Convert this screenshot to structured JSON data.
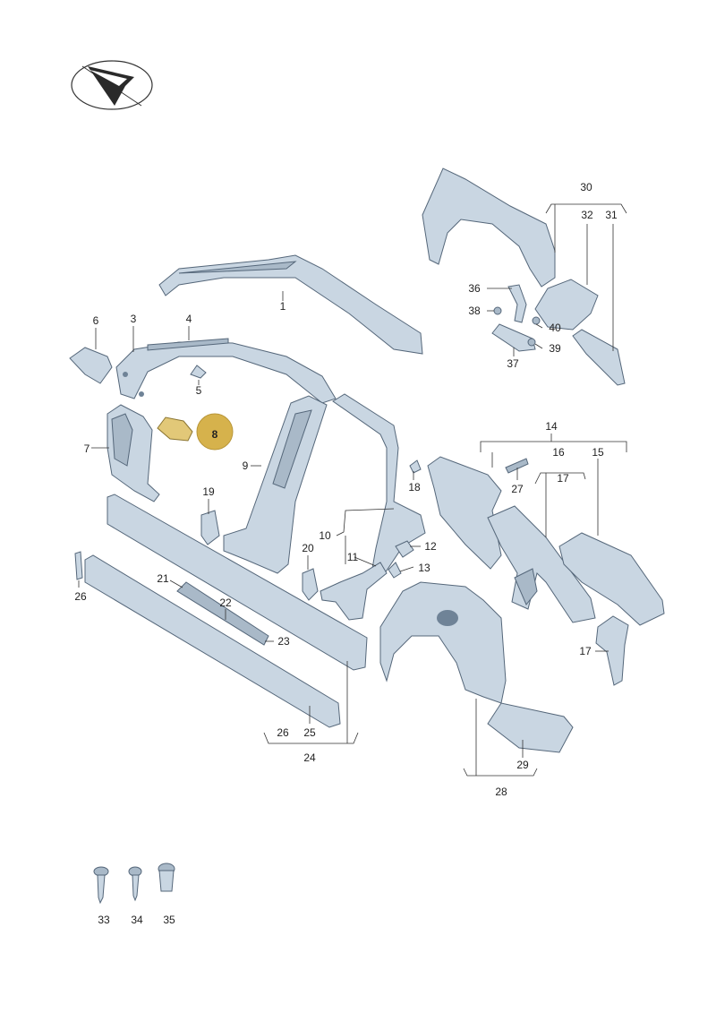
{
  "highlight": {
    "label": "8",
    "color": "#d6b24c"
  },
  "colors": {
    "part_fill": "#c9d6e2",
    "part_stroke": "#55677a"
  },
  "labels": [
    {
      "id": "1",
      "text": "1"
    },
    {
      "id": "3",
      "text": "3"
    },
    {
      "id": "4",
      "text": "4"
    },
    {
      "id": "5",
      "text": "5"
    },
    {
      "id": "6",
      "text": "6"
    },
    {
      "id": "7",
      "text": "7"
    },
    {
      "id": "9",
      "text": "9"
    },
    {
      "id": "10",
      "text": "10"
    },
    {
      "id": "11",
      "text": "11"
    },
    {
      "id": "12",
      "text": "12"
    },
    {
      "id": "13",
      "text": "13"
    },
    {
      "id": "14",
      "text": "14"
    },
    {
      "id": "15",
      "text": "15"
    },
    {
      "id": "16",
      "text": "16"
    },
    {
      "id": "17a",
      "text": "17"
    },
    {
      "id": "17b",
      "text": "17"
    },
    {
      "id": "18",
      "text": "18"
    },
    {
      "id": "19",
      "text": "19"
    },
    {
      "id": "20",
      "text": "20"
    },
    {
      "id": "21",
      "text": "21"
    },
    {
      "id": "22",
      "text": "22"
    },
    {
      "id": "23",
      "text": "23"
    },
    {
      "id": "24",
      "text": "24"
    },
    {
      "id": "25",
      "text": "25"
    },
    {
      "id": "26a",
      "text": "26"
    },
    {
      "id": "26b",
      "text": "26"
    },
    {
      "id": "27",
      "text": "27"
    },
    {
      "id": "28",
      "text": "28"
    },
    {
      "id": "29",
      "text": "29"
    },
    {
      "id": "30",
      "text": "30"
    },
    {
      "id": "31",
      "text": "31"
    },
    {
      "id": "32",
      "text": "32"
    },
    {
      "id": "33",
      "text": "33"
    },
    {
      "id": "34",
      "text": "34"
    },
    {
      "id": "35",
      "text": "35"
    },
    {
      "id": "36",
      "text": "36"
    },
    {
      "id": "37",
      "text": "37"
    },
    {
      "id": "38",
      "text": "38"
    },
    {
      "id": "39",
      "text": "39"
    },
    {
      "id": "40",
      "text": "40"
    }
  ]
}
